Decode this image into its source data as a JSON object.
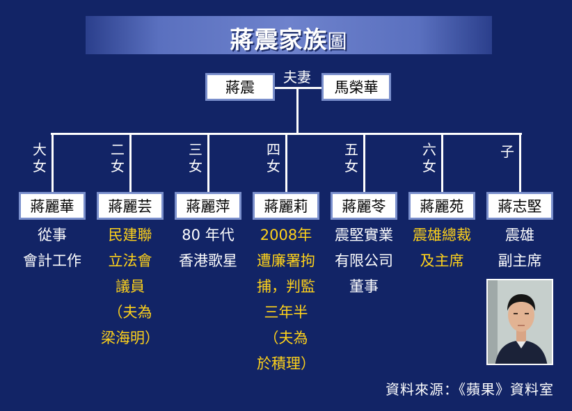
{
  "title": {
    "main": "蔣震家族",
    "suffix": "圖"
  },
  "parents": {
    "father": "蔣震",
    "mother": "馬榮華",
    "relation": "夫妻"
  },
  "children": [
    {
      "rank": "大女",
      "name": "蔣麗華",
      "desc": [
        "從事",
        "會計工作"
      ],
      "highlight": false
    },
    {
      "rank": "二女",
      "name": "蔣麗芸",
      "desc": [
        "民建聯",
        "立法會",
        "議員",
        "（夫為",
        "梁海明）"
      ],
      "highlight": true
    },
    {
      "rank": "三女",
      "name": "蔣麗萍",
      "desc": [
        "80 年代",
        "香港歌星"
      ],
      "highlight": false
    },
    {
      "rank": "四女",
      "name": "蔣麗莉",
      "desc": [
        "2008年",
        "遭廉署拘",
        "捕，判監",
        "三年半",
        "（夫為",
        "於積理）"
      ],
      "highlight": true
    },
    {
      "rank": "五女",
      "name": "蔣麗苓",
      "desc": [
        "震堅實業",
        "有限公司",
        "董事"
      ],
      "highlight": false
    },
    {
      "rank": "六女",
      "name": "蔣麗苑",
      "desc": [
        "震雄總裁",
        "及主席"
      ],
      "highlight": true
    },
    {
      "rank": "子",
      "name": "蔣志堅",
      "desc": [
        "震雄",
        "副主席"
      ],
      "highlight": false
    }
  ],
  "source": "資料來源：《蘋果》資料室"
}
